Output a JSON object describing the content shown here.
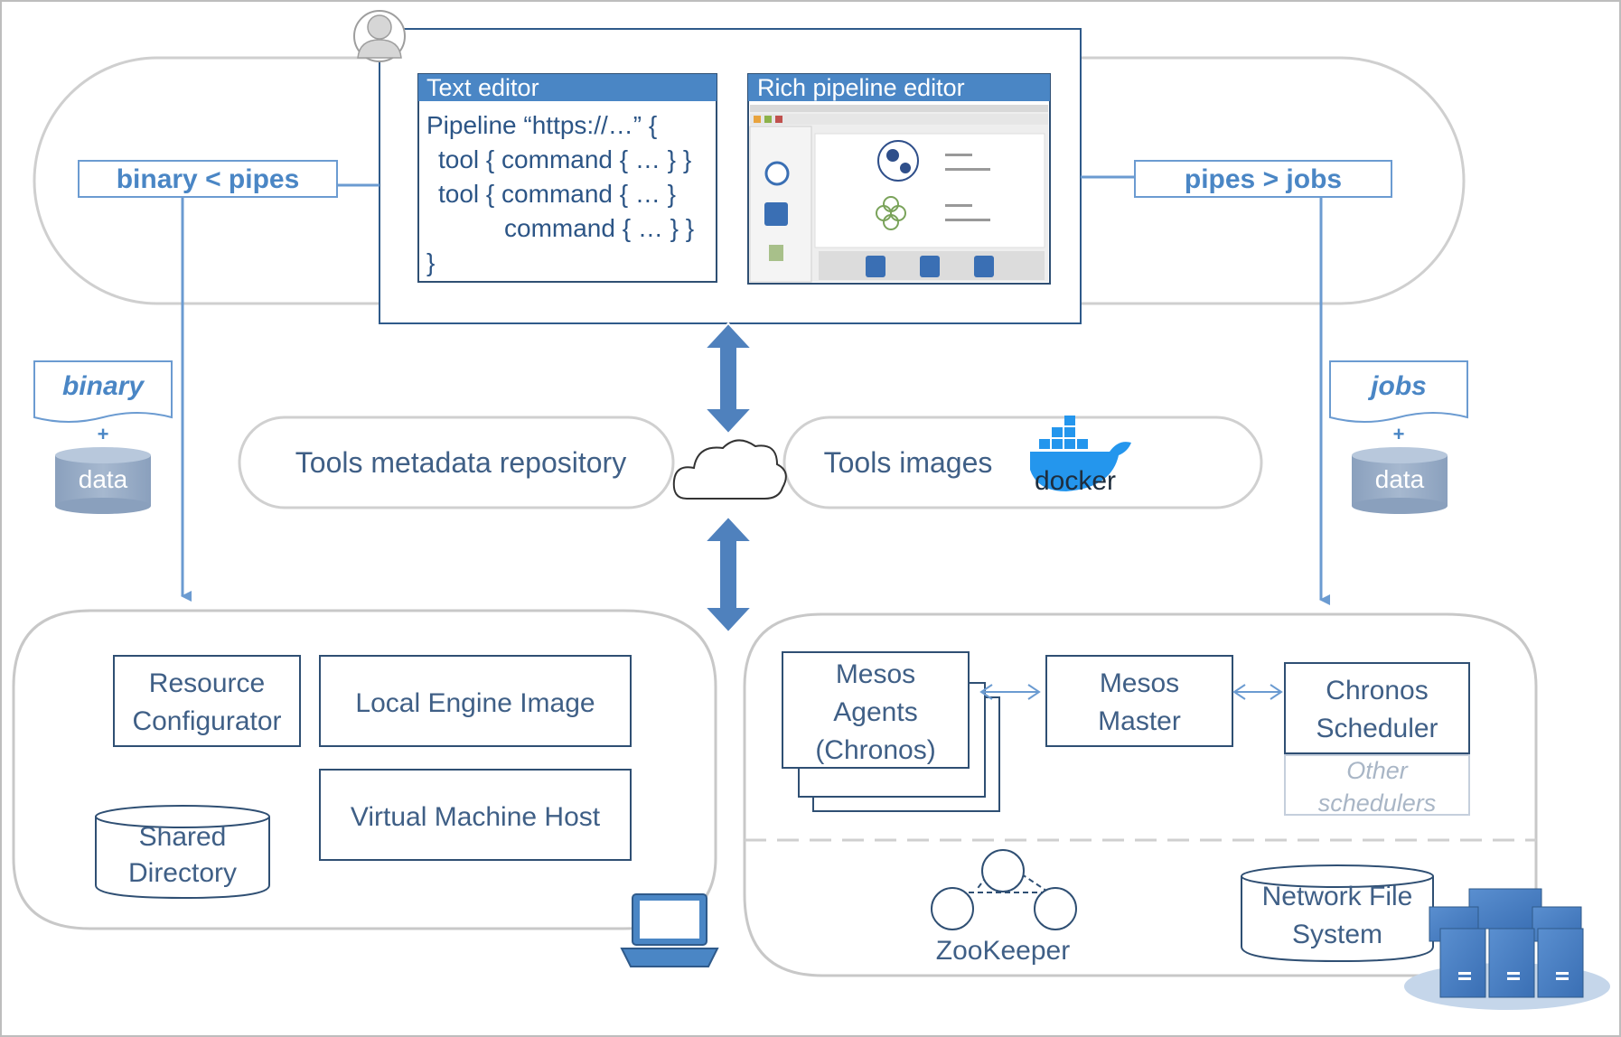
{
  "top": {
    "text_editor": {
      "title": "Text editor",
      "lines": [
        "Pipeline “https://…” {",
        "tool { command { … }  }",
        "tool { command { … }",
        "command { … } }",
        "}"
      ]
    },
    "rich_editor": {
      "title": "Rich pipeline editor"
    },
    "left_label": "binary < pipes",
    "right_label": "pipes > jobs"
  },
  "side": {
    "left_doc": "binary",
    "right_doc": "jobs",
    "plus": "+",
    "data": "data"
  },
  "middle": {
    "metadata_repo": "Tools metadata repository",
    "tools_images": "Tools images",
    "docker": "docker"
  },
  "local": {
    "resource_configurator": [
      "Resource",
      "Configurator"
    ],
    "local_engine_image": "Local Engine Image",
    "virtual_machine_host": "Virtual Machine Host",
    "shared_directory": [
      "Shared",
      "Directory"
    ]
  },
  "cluster": {
    "mesos_agents": [
      "Mesos",
      "Agents",
      "(Chronos)"
    ],
    "mesos_master": [
      "Mesos",
      "Master"
    ],
    "chronos_scheduler": [
      "Chronos",
      "Scheduler"
    ],
    "other_schedulers": [
      "Other",
      "schedulers"
    ],
    "zookeeper": "ZooKeeper",
    "network_fs": [
      "Network File",
      "System"
    ]
  },
  "colors": {
    "accent": "#4a86c5",
    "line": "#6b9bd1",
    "box_stroke": "#2f4f73",
    "arrow_fill": "#4f81bd",
    "pill_stroke": "#c8c8c8"
  }
}
